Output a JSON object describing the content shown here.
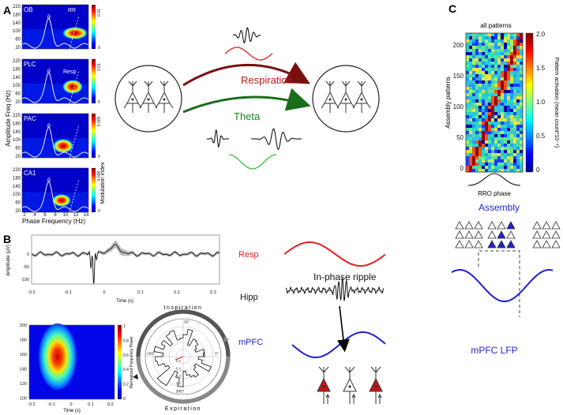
{
  "panels": {
    "a": "A",
    "b": "B",
    "c": "C"
  },
  "panel_a": {
    "ylabel": "Amplitude Freq (Hz)",
    "xlabel": "Phase Frequency (Hz)",
    "cbar_label": "Modulation index",
    "y_ticks": [
      "220",
      "180",
      "140",
      "100",
      "60",
      "20"
    ],
    "x_ticks": [
      "2",
      "4",
      "6",
      "8",
      "10",
      "12",
      "14"
    ],
    "heatmaps": [
      {
        "region": "OB",
        "tag1": "θ",
        "tag2": "RR",
        "cbar_max": "0.01",
        "cbar_min": "0"
      },
      {
        "region": "PLC",
        "tag1": "θ",
        "tag2": "Resp",
        "cbar_max": "0.01",
        "cbar_min": "0"
      },
      {
        "region": "PAC",
        "tag1": "θ",
        "tag2": "",
        "cbar_max": "0.005",
        "cbar_min": "0"
      },
      {
        "region": "CA1",
        "tag1": "θ",
        "tag2": "",
        "cbar_max": "0.005",
        "cbar_min": "0"
      }
    ],
    "arrow_top": "Respiration",
    "arrow_bottom": "Theta",
    "colors": {
      "respiration": "#7a0f0f",
      "theta": "#1a6e1a",
      "resp_wave": "#e02020",
      "theta_wave": "#2ec42e"
    }
  },
  "panel_b": {
    "erp": {
      "ylabel": "Amplitude (μV)",
      "xlabel": "Time (s)",
      "y_ticks": [
        "0",
        "-50",
        "-100"
      ],
      "x_ticks": [
        "-0.2",
        "-0.1",
        "0",
        "0.1",
        "0.2",
        "0.3"
      ]
    },
    "spectrogram": {
      "xlabel": "Time (s)",
      "y_ticks": [
        "200",
        "180",
        "160",
        "140",
        "120",
        "100"
      ],
      "x_ticks": [
        "-0.2",
        "-0.1",
        "0",
        "0.1",
        "0.2"
      ],
      "cbar_label": "Normalized Frequency Power",
      "cbar_ticks": [
        "1",
        "0.8",
        "0.6",
        "0.4",
        "0.2",
        "0"
      ]
    },
    "polar": {
      "top_label": "Inspiration",
      "bottom_label": "Expiration",
      "angles": [
        "90°",
        "180°",
        "0°",
        "270°"
      ],
      "radii": [
        "0.2",
        "0.4",
        "0.6",
        "0.8",
        "1.0"
      ]
    },
    "schematic": {
      "resp": "Resp",
      "hipp": "Hipp",
      "mpfc": "mPFC",
      "ripple": "In-phase ripple"
    },
    "colors": {
      "resp": "#e02020",
      "mpfc": "#1f1fd6",
      "neuron": "#c81414"
    }
  },
  "panel_c": {
    "title": "all patterns",
    "ylabel": "Assembly patterns",
    "xlabel": "RRO phase",
    "cbar_label": "Pattern activation (mean count*10⁻⁴)",
    "y_ticks": [
      "200",
      "150",
      "100",
      "50",
      "0"
    ],
    "cbar_ticks": [
      "2.0",
      "1.5",
      "1.0",
      "0.5",
      "0"
    ],
    "assembly": "Assembly",
    "lfp": "mPFC LFP",
    "colors": {
      "blue": "#1f1fd6"
    }
  }
}
